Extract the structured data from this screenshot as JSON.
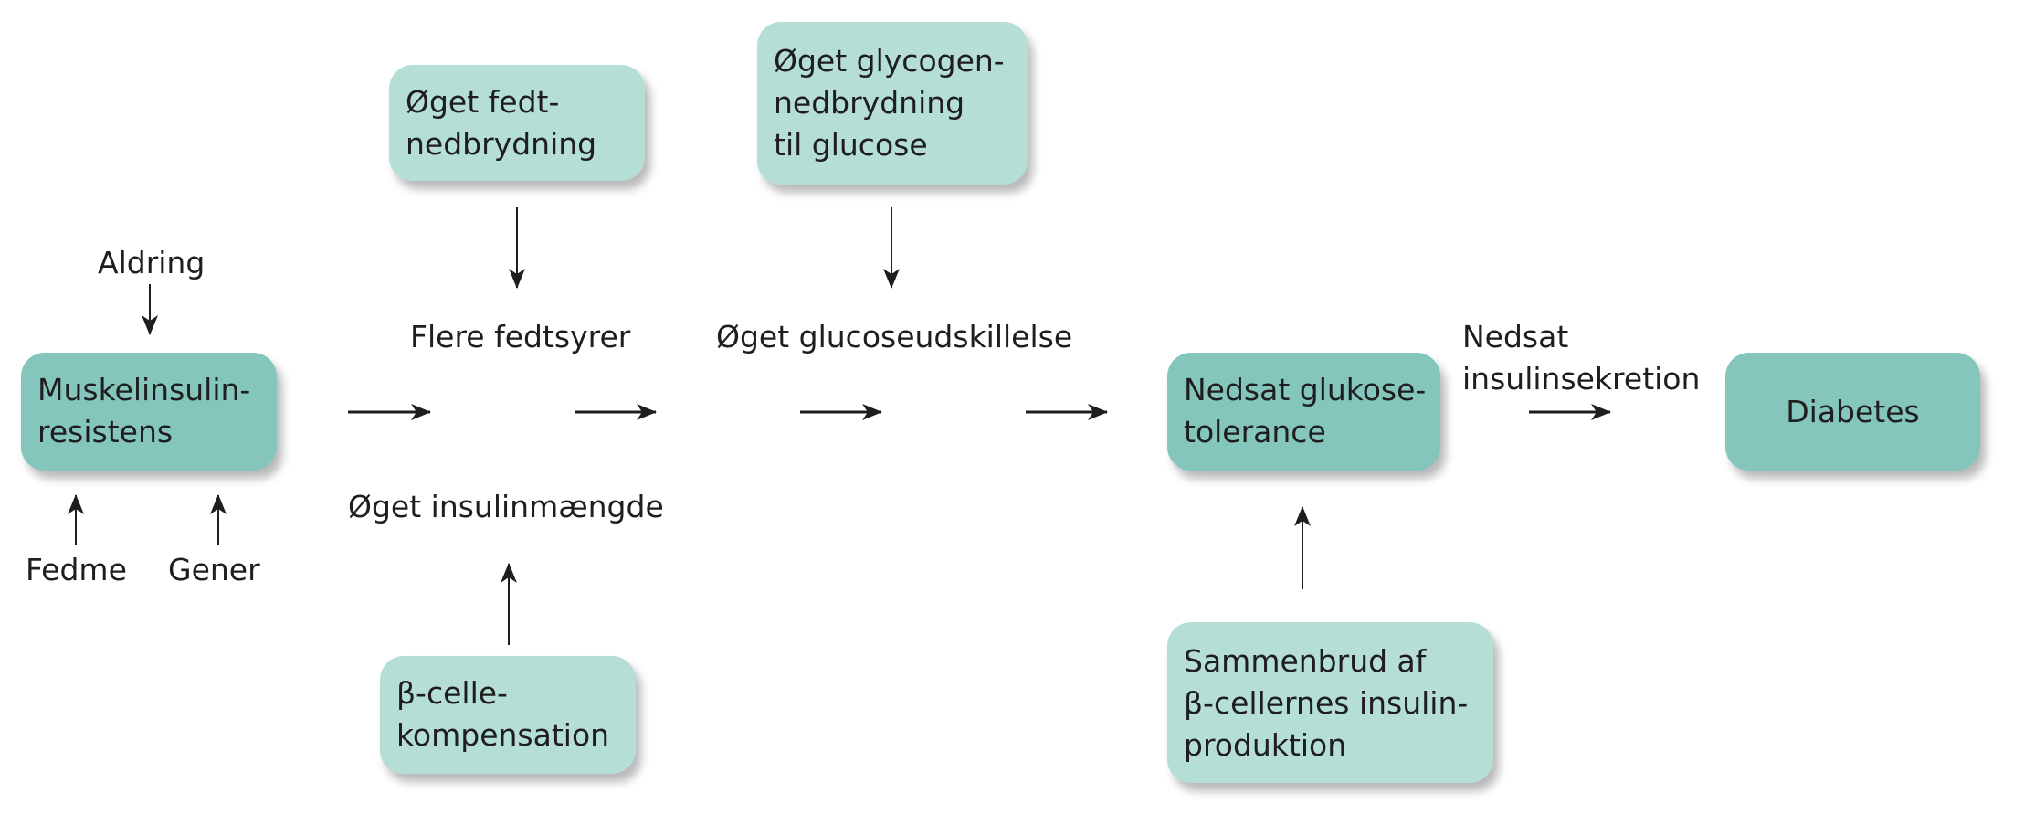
{
  "diagram": {
    "boxes": {
      "muskelinsulinresistens": {
        "lines": [
          "Muskelinsulin-",
          "resistens"
        ],
        "style": "primary"
      },
      "fedtnedbrydning": {
        "lines": [
          "Øget fedt-",
          "nedbrydning"
        ],
        "style": "secondary"
      },
      "glycogennedbrydning": {
        "lines": [
          "Øget glycogen-",
          "nedbrydning",
          "til glucose"
        ],
        "style": "secondary"
      },
      "beta_celle_kompensation": {
        "lines": [
          "β-celle-",
          "kompensation"
        ],
        "style": "secondary"
      },
      "nedsat_glukosetolerance": {
        "lines": [
          "Nedsat glukose-",
          "tolerance"
        ],
        "style": "primary"
      },
      "sammenbrud": {
        "lines": [
          "Sammenbrud af",
          "β-cellernes insulin-",
          "produktion"
        ],
        "style": "secondary"
      },
      "diabetes": {
        "lines": [
          "Diabetes"
        ],
        "style": "primary"
      }
    },
    "labels": {
      "aldring": "Aldring",
      "fedme": "Fedme",
      "gener": "Gener",
      "flere_fedtsyrer": "Flere fedtsyrer",
      "oeget_glucoseudskillelse": "Øget glucoseudskillelse",
      "oeget_insulinmaengde": "Øget insulinmængde",
      "nedsat_insulinsekretion": [
        "Nedsat",
        "insulinsekretion"
      ]
    },
    "edges": [
      {
        "from": "Aldring",
        "to": "Muskelinsulinresistens"
      },
      {
        "from": "Fedme",
        "to": "Muskelinsulinresistens"
      },
      {
        "from": "Gener",
        "to": "Muskelinsulinresistens"
      },
      {
        "from": "Muskelinsulinresistens",
        "to": "Flere fedtsyrer / Øget insulinmængde"
      },
      {
        "from": "Øget fedtnedbrydning",
        "to": "Flere fedtsyrer"
      },
      {
        "from": "β-cellekompensation",
        "to": "Øget insulinmængde"
      },
      {
        "from": "Flere fedtsyrer / Øget insulinmængde",
        "to": "Øget glucoseudskillelse"
      },
      {
        "from": "Øget glycogennedbrydning til glucose",
        "to": "Øget glucoseudskillelse"
      },
      {
        "from": "Øget glucoseudskillelse",
        "to": "Nedsat glukosetolerance"
      },
      {
        "from": "Sammenbrud af β-cellernes insulinproduktion",
        "to": "Nedsat glukosetolerance"
      },
      {
        "from": "Nedsat glukosetolerance",
        "to": "Diabetes",
        "label": "Nedsat insulinsekretion"
      }
    ],
    "colors": {
      "primary_box": "#84c6bb",
      "secondary_box": "#b5ded7",
      "text": "#1e1e1e",
      "arrow": "#1e1e1e"
    }
  }
}
